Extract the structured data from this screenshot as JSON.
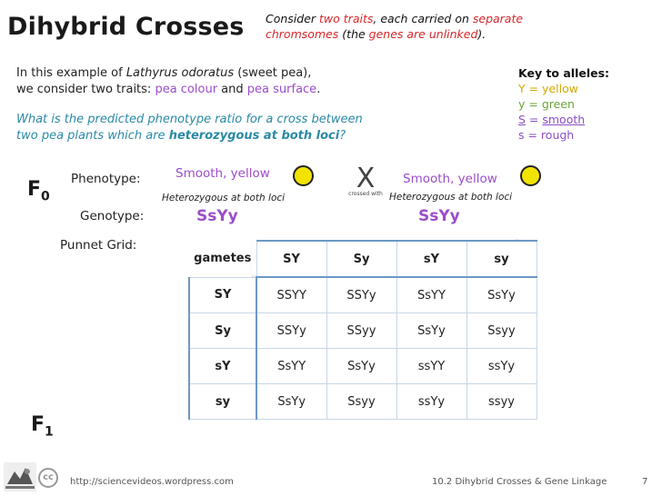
{
  "title": "Dihybrid Crosses",
  "consider": {
    "prefix": "Consider ",
    "two_traits": "two traits",
    "mid": ", each carried on ",
    "separate": "separate",
    "line2_a": "chromsomes",
    "line2_b": " (the ",
    "genes": "genes are unlinked",
    "line2_c": ")."
  },
  "intro": {
    "l1_a": "In this example of ",
    "species": "Lathyrus odoratus",
    "l1_b": " (sweet pea),",
    "l2_a": "we consider two traits: ",
    "trait1": "pea colour",
    "l2_b": " and ",
    "trait2": "pea surface",
    "l2_c": "."
  },
  "question": {
    "l1": "What is the predicted phenotype ratio for a cross between",
    "l2_a": "two pea plants which are ",
    "l2_bold": "heterozygous at both loci",
    "l2_b": "?"
  },
  "key": {
    "heading": "Key to alleles:",
    "y_upper": "Y = yellow",
    "y_lower": "y = green",
    "s_upper_letter": "S",
    "s_upper_eq": " = ",
    "s_upper_word": "smooth",
    "s_lower": "s = rough"
  },
  "f0": {
    "label": "F",
    "sub": "0"
  },
  "f1": {
    "label": "F",
    "sub": "1"
  },
  "labels": {
    "phenotype": "Phenotype:",
    "genotype": "Genotype:",
    "punnet": "Punnet Grid:"
  },
  "parent1": {
    "phenotype": "Smooth, yellow",
    "note": "Heterozygous at both loci",
    "genotype": "SsYy"
  },
  "parent2": {
    "phenotype": "Smooth, yellow",
    "note": "Heterozygous at both loci",
    "genotype": "SsYy"
  },
  "cross": {
    "symbol": "X",
    "text": "crossed with"
  },
  "grid": {
    "corner": "gametes",
    "columns": [
      "SY",
      "Sy",
      "sY",
      "sy"
    ],
    "rows": [
      {
        "gamete": "SY",
        "cells": [
          "SSYY",
          "SSYy",
          "SsYY",
          "SsYy"
        ]
      },
      {
        "gamete": "Sy",
        "cells": [
          "SSYy",
          "SSyy",
          "SsYy",
          "Ssyy"
        ]
      },
      {
        "gamete": "sY",
        "cells": [
          "SsYY",
          "SsYy",
          "ssYY",
          "ssYy"
        ]
      },
      {
        "gamete": "sy",
        "cells": [
          "SsYy",
          "Ssyy",
          "ssYy",
          "ssyy"
        ]
      }
    ]
  },
  "footer": {
    "url": "http://sciencevideos.wordpress.com",
    "section": "10.2 Dihybrid Crosses & Gene Linkage",
    "page": "7",
    "cc": "cc"
  },
  "colors": {
    "accent_red": "#d7262a",
    "accent_purple": "#9b4dca",
    "accent_teal": "#2a8aa6",
    "pea_yellow": "#f2e400",
    "grid_blue": "#6c98c6"
  }
}
